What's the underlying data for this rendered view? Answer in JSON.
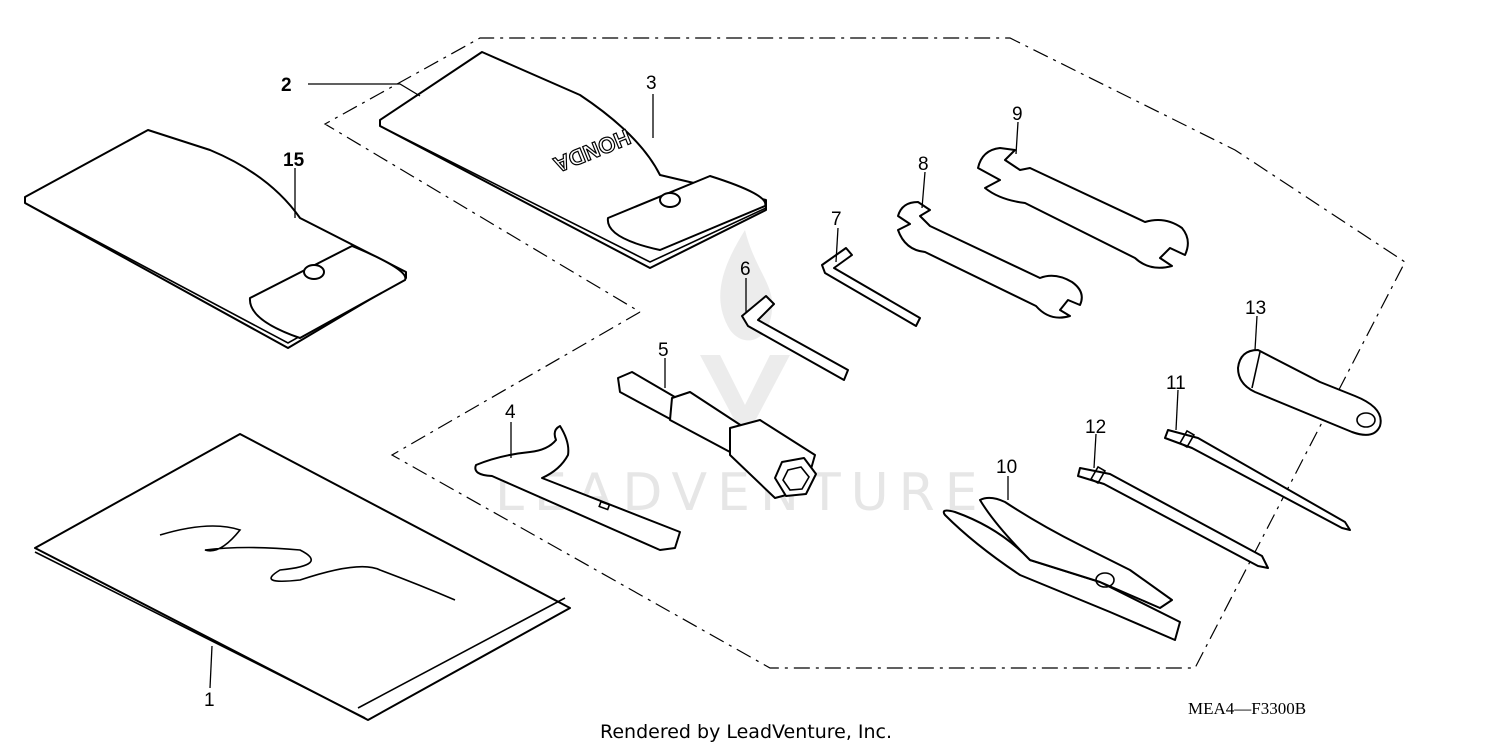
{
  "callouts": {
    "c1": "1",
    "c2": "2",
    "c3": "3",
    "c4": "4",
    "c5": "5",
    "c6": "6",
    "c7": "7",
    "c8": "8",
    "c9": "9",
    "c10": "10",
    "c11": "11",
    "c12": "12",
    "c13": "13",
    "c15": "15"
  },
  "brand_on_case": "HONDA",
  "diagram_code": "MEA4—F3300B",
  "footer": "Rendered by LeadVenture, Inc.",
  "watermark": "LEADVENTURE",
  "colors": {
    "ink": "#000000",
    "paper": "#ffffff",
    "watermark": "#e6e6e6"
  }
}
